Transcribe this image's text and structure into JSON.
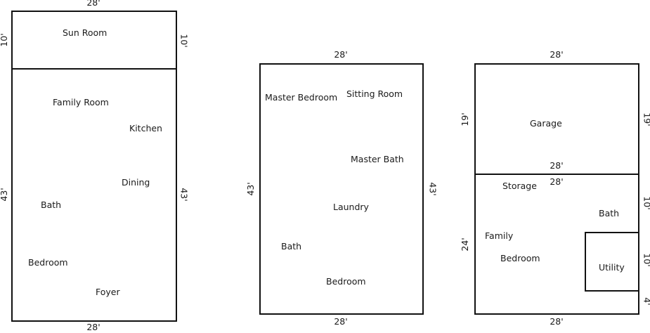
{
  "plan1": {
    "dims": {
      "top": "28'",
      "bottom": "28'",
      "left_sun": "10'",
      "right_sun": "10'",
      "left_main": "43'",
      "right_main": "43'"
    },
    "rooms": {
      "sun_room": "Sun Room",
      "family_room": "Family Room",
      "kitchen": "Kitchen",
      "dining": "Dining",
      "bath": "Bath",
      "bedroom": "Bedroom",
      "foyer": "Foyer"
    }
  },
  "plan2": {
    "dims": {
      "top": "28'",
      "bottom": "28'",
      "left": "43'",
      "right": "43'"
    },
    "rooms": {
      "master_bedroom": "Master Bedroom",
      "sitting_room": "Sitting Room",
      "master_bath": "Master Bath",
      "laundry": "Laundry",
      "bath": "Bath",
      "bedroom": "Bedroom"
    }
  },
  "plan3": {
    "dims": {
      "top": "28'",
      "garage_bottom": "28'",
      "lower_top": "28'",
      "bottom": "28'",
      "left_garage": "19'",
      "right_garage": "19'",
      "left_lower": "24'",
      "right_bath": "10'",
      "right_utility": "10'",
      "right_end": "4'"
    },
    "rooms": {
      "garage": "Garage",
      "storage": "Storage",
      "bath": "Bath",
      "family": "Family",
      "bedroom": "Bedroom",
      "utility": "Utility"
    }
  }
}
